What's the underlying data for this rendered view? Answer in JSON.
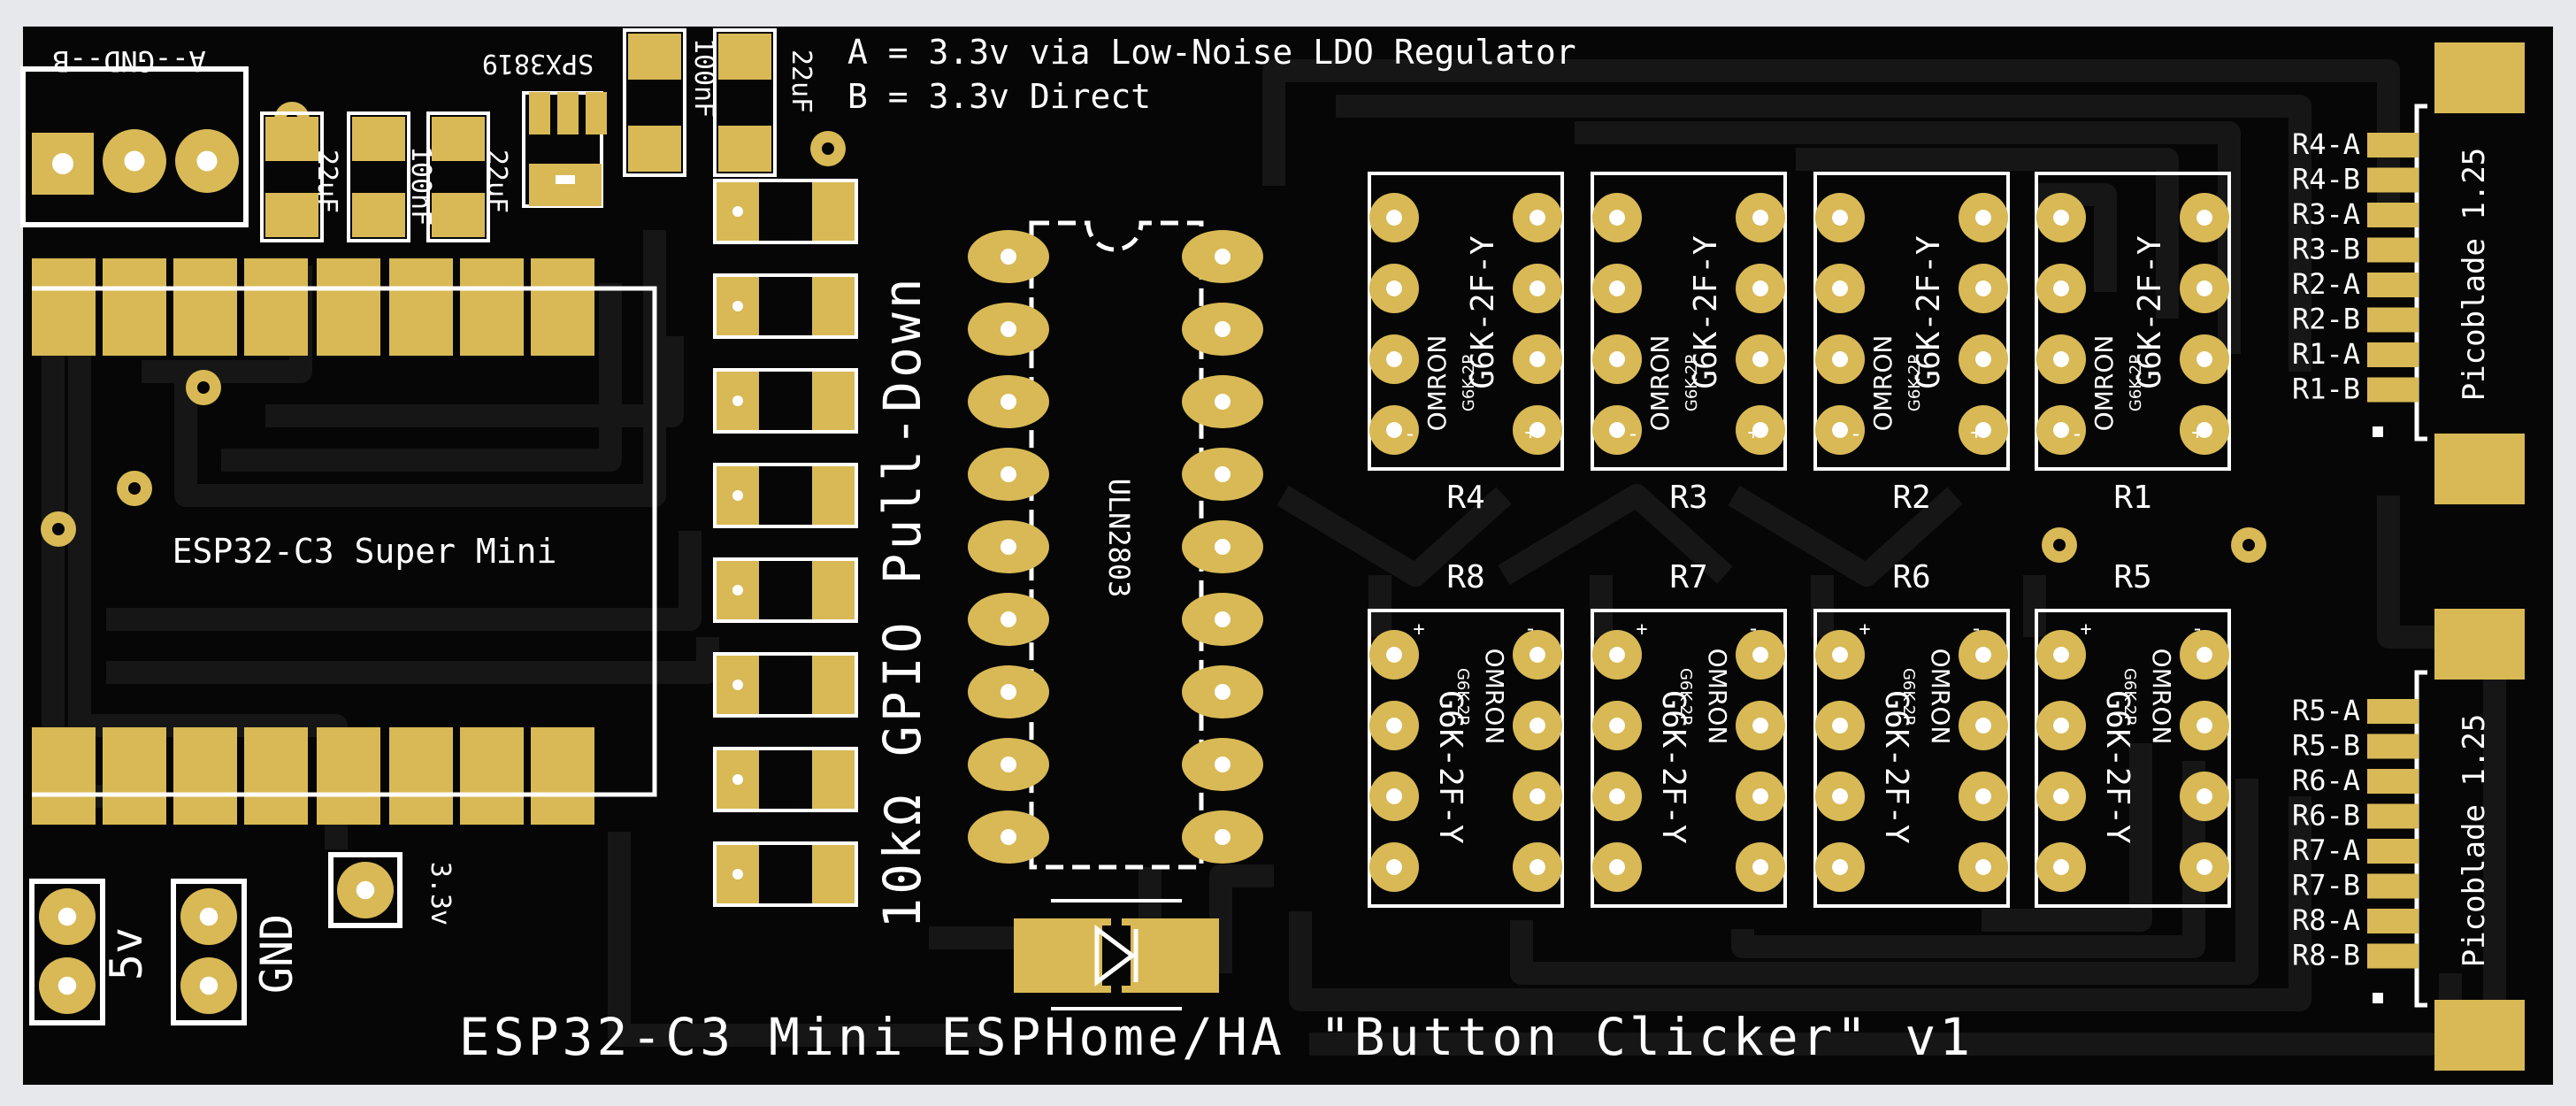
{
  "board": {
    "title": "ESP32-C3 Mini ESPHome/HA \"Button Clicker\" v1",
    "colors": {
      "mask": "#060606",
      "trace": "#161616",
      "copper": "#d8b955",
      "silk": "#ffffff",
      "frame": "#e6e8ec"
    }
  },
  "notes": {
    "line_a": "A = 3.3v via Low-Noise LDO Regulator",
    "line_b": "B = 3.3v Direct"
  },
  "jumper": {
    "label": "A--GND--B"
  },
  "regulator": {
    "label": "SPX3819"
  },
  "caps": {
    "c1": "22uF",
    "c2": "100nF",
    "c3": "22uF",
    "c4": "100nF",
    "c5": "22uF"
  },
  "module": {
    "label": "ESP32-C3 Super Mini"
  },
  "pulldown": {
    "label": "10kΩ GPIO Pull-Down"
  },
  "driver": {
    "label": "ULN2803"
  },
  "power": {
    "v5": "5v",
    "gnd": "GND",
    "v33": "3.3v"
  },
  "relays": [
    {
      "ref": "R4",
      "brand": "OMRON",
      "small": "G6K-2P",
      "model": "G6K-2F-Y"
    },
    {
      "ref": "R3",
      "brand": "OMRON",
      "small": "G6K-2P",
      "model": "G6K-2F-Y"
    },
    {
      "ref": "R2",
      "brand": "OMRON",
      "small": "G6K-2P",
      "model": "G6K-2F-Y"
    },
    {
      "ref": "R1",
      "brand": "OMRON",
      "small": "G6K-2P",
      "model": "G6K-2F-Y"
    },
    {
      "ref": "R8",
      "brand": "OMRON",
      "small": "G6K-2P",
      "model": "G6K-2F-Y"
    },
    {
      "ref": "R7",
      "brand": "OMRON",
      "small": "G6K-2P",
      "model": "G6K-2F-Y"
    },
    {
      "ref": "R6",
      "brand": "OMRON",
      "small": "G6K-2P",
      "model": "G6K-2F-Y"
    },
    {
      "ref": "R5",
      "brand": "OMRON",
      "small": "G6K-2P",
      "model": "G6K-2F-Y"
    }
  ],
  "polarity": {
    "plus": "+",
    "minus": "-"
  },
  "connectors": [
    {
      "label": "Picoblade 1.25",
      "pins": [
        "R4-A",
        "R4-B",
        "R3-A",
        "R3-B",
        "R2-A",
        "R2-B",
        "R1-A",
        "R1-B"
      ]
    },
    {
      "label": "Picoblade 1.25",
      "pins": [
        "R5-A",
        "R5-B",
        "R6-A",
        "R6-B",
        "R7-A",
        "R7-B",
        "R8-A",
        "R8-B"
      ]
    }
  ]
}
